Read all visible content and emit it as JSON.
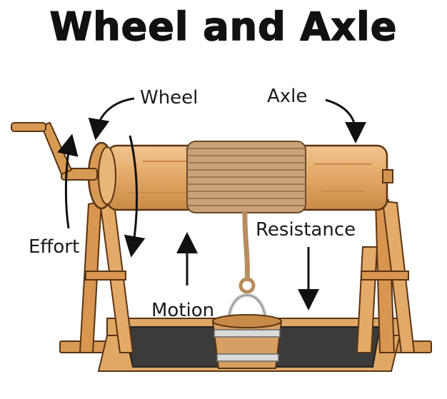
{
  "title": "Wheel and Axle",
  "labels": {
    "wheel": "Wheel",
    "axle": "Axle",
    "effort": "Effort",
    "resistance": "Resistance",
    "motion": "Motion"
  },
  "colors": {
    "wood_light": "#e7b278",
    "wood_mid": "#d09450",
    "wood_dark": "#8c5a28",
    "rope": "#c8a274",
    "pit": "#3a3a3a",
    "outline": "#5a3414"
  }
}
